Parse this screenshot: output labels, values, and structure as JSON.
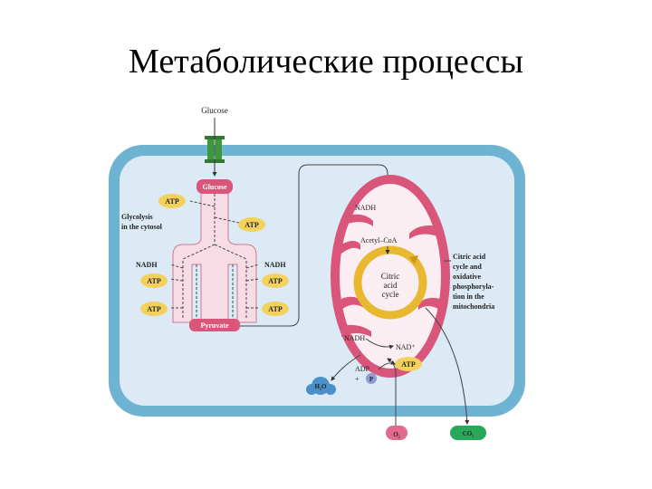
{
  "slide": {
    "title": "Метаболические процессы"
  },
  "diagram": {
    "glucose_top": "Glucose",
    "glucose_box": "Glucose",
    "atp": "ATP",
    "nadh": "NADH",
    "glycolysis_line1": "Glycolysis",
    "glycolysis_line2": "in the cytosol",
    "pyruvate": "Pyruvate",
    "mito_nadh_top": "NADH",
    "acetyl_coa": "Acetyl–CoA",
    "citric_line1": "Citric",
    "citric_line2": "acid",
    "citric_line3": "cycle",
    "right_line1": "Citric acid",
    "right_line2": "cycle and",
    "right_line3": "oxidative",
    "right_line4": "phosphoryla-",
    "right_line5": "tion in the",
    "right_line6": "mitochondria",
    "mito_nadh_bottom": "NADH",
    "nad_plus": "NAD⁺",
    "adp": "ADP",
    "plus": "+",
    "pi": "P",
    "h2o": "H₂O",
    "o2": "O₂",
    "co2": "CO₂"
  },
  "colors": {
    "cell_border": "#6fb3d3",
    "cell_fill": "#dbeaf4",
    "pink": "#d9557a",
    "pink_light": "#f7dbe5",
    "atp_fill": "#f3d15a",
    "cycle_yellow": "#e8b830",
    "channel_green": "#3c9a3a",
    "co2_green": "#29a85a",
    "o2_pink": "#e26a8e",
    "h2o_blue": "#4b90c8"
  }
}
